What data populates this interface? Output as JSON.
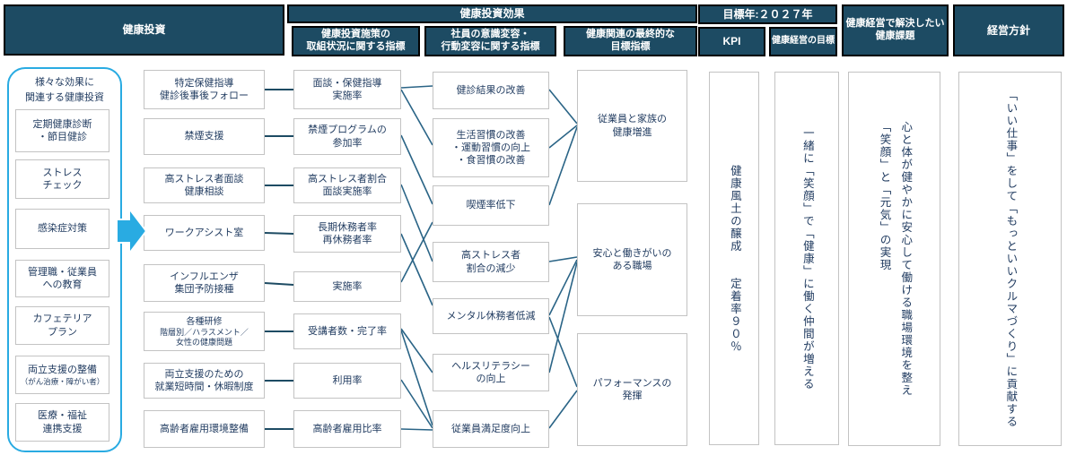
{
  "header": {
    "investment": "健康投資",
    "effect": "健康投資効果",
    "effect_sub_1": "健康投資施策の\n取組状況に関する指標",
    "effect_sub_2": "社員の意識変容・\n行動変容に関する指標",
    "effect_sub_3": "健康関連の最終的な\n目標指標",
    "target_year": "目標年:２０２７年",
    "kpi": "KPI",
    "goal": "健康経営の目標",
    "issues": "健康経営で解決したい\n健康課題",
    "policy": "経営方針"
  },
  "investments": {
    "title": "様々な効果に\n関連する健康投資",
    "items": [
      {
        "label": "定期健康診断\n・節目健診"
      },
      {
        "label": "ストレス\nチェック"
      },
      {
        "label": "感染症対策"
      },
      {
        "label": "管理職・従業員\nへの教育"
      },
      {
        "label": "カフェテリア\nプラン"
      },
      {
        "label": "両立支援の整備",
        "note": "（がん治療・障がい者）"
      },
      {
        "label": "医療・福祉\n連携支援"
      }
    ]
  },
  "programs": {
    "items": [
      {
        "label": "特定保健指導\n健診後事後フォロー"
      },
      {
        "label": "禁煙支援"
      },
      {
        "label": "高ストレス者面談\n健康相談"
      },
      {
        "label": "ワークアシスト室"
      },
      {
        "label": "インフルエンザ\n集団予防接種"
      },
      {
        "label": "各種研修",
        "note": "階層別／ハラスメント／\n女性の健康問題"
      },
      {
        "label": "両立支援のための\n就業短時間・休暇制度"
      },
      {
        "label": "高齢者雇用環境整備"
      }
    ]
  },
  "metrics": {
    "items": [
      {
        "label": "面談・保健指導\n実施率"
      },
      {
        "label": "禁煙プログラムの\n参加率"
      },
      {
        "label": "高ストレス者割合\n面談実施率"
      },
      {
        "label": "長期休務者率\n再休務者率"
      },
      {
        "label": "実施率"
      },
      {
        "label": "受講者数・完了率"
      },
      {
        "label": "利用率"
      },
      {
        "label": "高齢者雇用比率"
      }
    ]
  },
  "behaviors": {
    "items": [
      {
        "label": "健診結果の改善"
      },
      {
        "label": "生活習慣の改善\n・運動習慣の向上\n・食習慣の改善"
      },
      {
        "label": "喫煙率低下"
      },
      {
        "label": "高ストレス者\n割合の減少"
      },
      {
        "label": "メンタル休務者低減"
      },
      {
        "label": "ヘルスリテラシー\nの向上"
      },
      {
        "label": "従業員満足度向上"
      }
    ]
  },
  "outcomes": {
    "items": [
      {
        "label": "従業員と家族の\n健康増進"
      },
      {
        "label": "安心と働きがいの\nある職場"
      },
      {
        "label": "パフォーマンスの\n発揮"
      }
    ]
  },
  "kpi_text": "健康風土の醸成　　定着率９０％",
  "goal_text": "一緒に「笑顔」で「健康」に働く仲間が増える",
  "issues_text": "心と体が健やかに安心して働ける職場環境を整え\n「笑顔」と「元気」の実現",
  "policy_text": "「いい仕事」をして「もっといいクルマづくり」に貢献する",
  "connections": {
    "program_to_metric": [
      [
        0,
        0
      ],
      [
        1,
        1
      ],
      [
        2,
        2
      ],
      [
        3,
        3
      ],
      [
        4,
        4
      ],
      [
        5,
        5
      ],
      [
        6,
        6
      ],
      [
        7,
        7
      ]
    ],
    "metric_to_behavior": [
      [
        0,
        0
      ],
      [
        0,
        1
      ],
      [
        1,
        2
      ],
      [
        2,
        3
      ],
      [
        3,
        4
      ],
      [
        4,
        2
      ],
      [
        5,
        5
      ],
      [
        5,
        6
      ],
      [
        6,
        6
      ],
      [
        7,
        6
      ]
    ],
    "behavior_to_outcome": [
      [
        0,
        0
      ],
      [
        1,
        0
      ],
      [
        2,
        0
      ],
      [
        3,
        1
      ],
      [
        4,
        1
      ],
      [
        5,
        1
      ],
      [
        4,
        2
      ],
      [
        6,
        2
      ]
    ]
  },
  "colors": {
    "header_bg": "#1D4B63",
    "accent_blue": "#29ABE2",
    "connector": "#2A6486",
    "text": "#1F3A5F"
  }
}
